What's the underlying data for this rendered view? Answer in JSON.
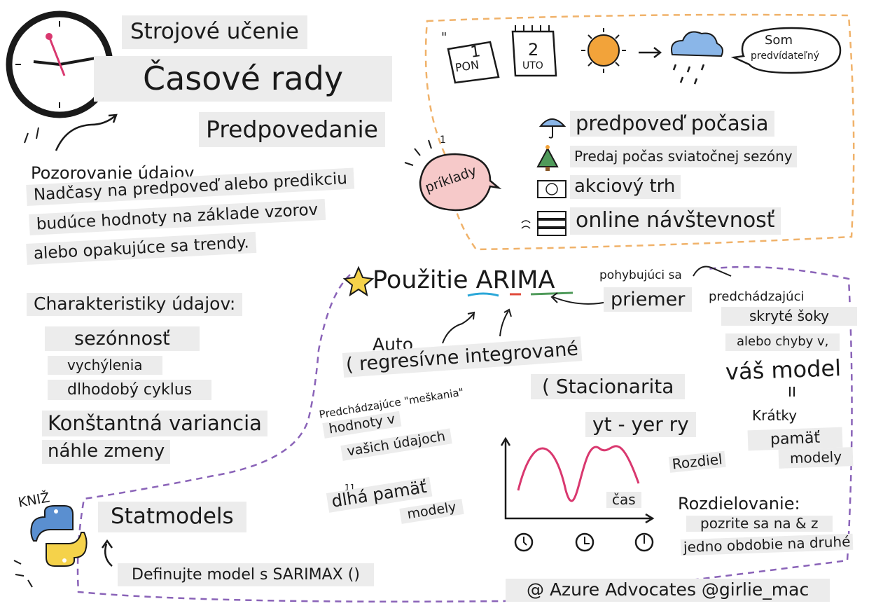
{
  "header": {
    "subtitle": "Strojové učenie",
    "title": "Časové rady",
    "topic": "Predpovedanie"
  },
  "intro": {
    "line1": "Pozorovanie údajov",
    "line2": "Nadčasy na predpoveď alebo predikciu",
    "line3": "budúce hodnoty na základe vzorov",
    "line4": "alebo opakujúce sa trendy."
  },
  "characteristics": {
    "heading": "Charakteristiky údajov:",
    "items": [
      "sezónnosť",
      "vychýlenia",
      "dlhodobý cyklus",
      "Konštantná variancia",
      "náhle zmeny"
    ]
  },
  "examples": {
    "quote_mark": "\"",
    "day1_num": "1",
    "day1_name": "PON",
    "day2_num": "2",
    "day2_name": "UTO",
    "bubble_line1": "Som",
    "bubble_line2": "predvídateľný",
    "badge": "príklady",
    "badge_mark": "1",
    "items": [
      "predpoveď počasia",
      "Predaj počas sviatočnej sezóny",
      "akciový trh",
      "online návštevnosť"
    ]
  },
  "arima": {
    "heading_prefix": "Použitie",
    "heading_acronym": "ARIMA",
    "auto": "Auto",
    "regressive": "( regresívne integrované",
    "lag_note": "Predchádzajúce \"meškania\"",
    "lag_values": "hodnoty v",
    "lag_data": "vašich údajoch",
    "lag_mark": "11",
    "long_memory": "dlhá pamäť",
    "long_models": "modely",
    "stationarity": "( Stacionarita",
    "formula": "yt - yer ry",
    "time_axis": "čas",
    "moving": "pohybujúci sa",
    "average": "priemer",
    "prev": "predchádzajúci",
    "shocks": "skryté šoky",
    "errors": "alebo chyby v,",
    "your_model": "váš model",
    "short": "Krátky",
    "memory": "pamäť",
    "models": "modely",
    "difference": "Rozdiel",
    "differencing": "Rozdielovanie:",
    "diff_line1": "pozrite sa na & z",
    "diff_line2": "jedno obdobie na druhé"
  },
  "library": {
    "label": "KNIŽ",
    "name": "Statmodels",
    "define": "Definujte model s SARIMAX ()"
  },
  "credit": "@ Azure Advocates @girlie_mac",
  "colors": {
    "orange_dash": "#f0b26a",
    "purple_dash": "#8a63b8",
    "sine": "#d9386f",
    "sun": "#f2a33a",
    "cloud": "#8ab6e8",
    "badge": "#f6c9c9"
  }
}
